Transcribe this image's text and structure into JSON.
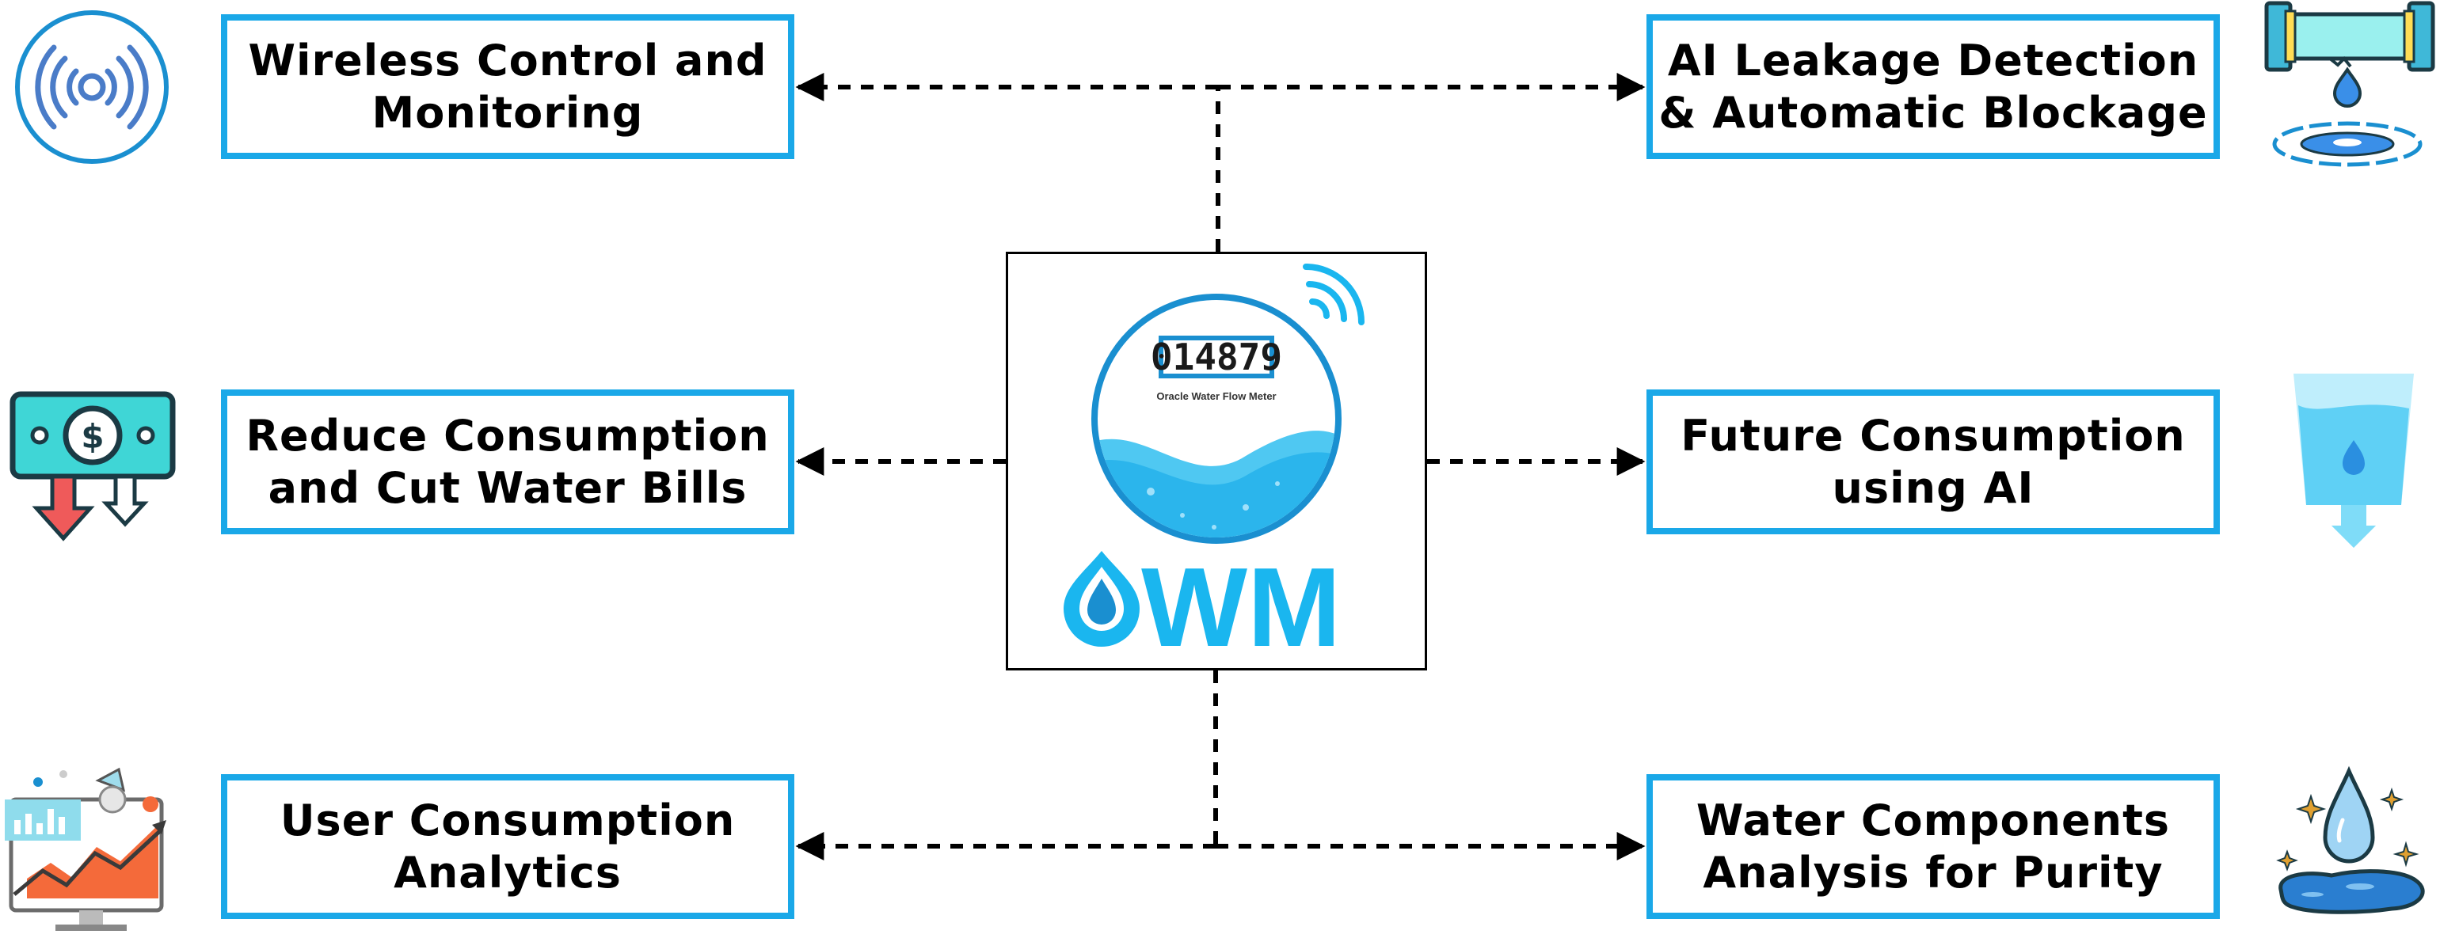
{
  "features": {
    "wireless": "Wireless Control and\nMonitoring",
    "reduce": "Reduce Consumption\nand Cut Water Bills",
    "analytics": "User Consumption\nAnalytics",
    "leak": "AI Leakage Detection\n& Automatic Blockage",
    "future": "Future Consumption\nusing AI",
    "purity": "Water Components\nAnalysis for Purity"
  },
  "hub": {
    "meter_reading": "014879",
    "meter_caption": "Oracle Water Flow Meter",
    "logo_text": "WM"
  },
  "icons": {
    "wireless": "wireless-signal-icon",
    "reduce": "money-down-icon",
    "analytics": "analytics-chart-icon",
    "leak": "leaking-pipe-icon",
    "future": "water-container-icon",
    "purity": "water-drop-puddle-icon"
  },
  "colors": {
    "accent": "#1aa8e8",
    "logo": "#1ab6ef",
    "arrow_red": "#ef5a5a",
    "teal": "#3fd6d6"
  }
}
